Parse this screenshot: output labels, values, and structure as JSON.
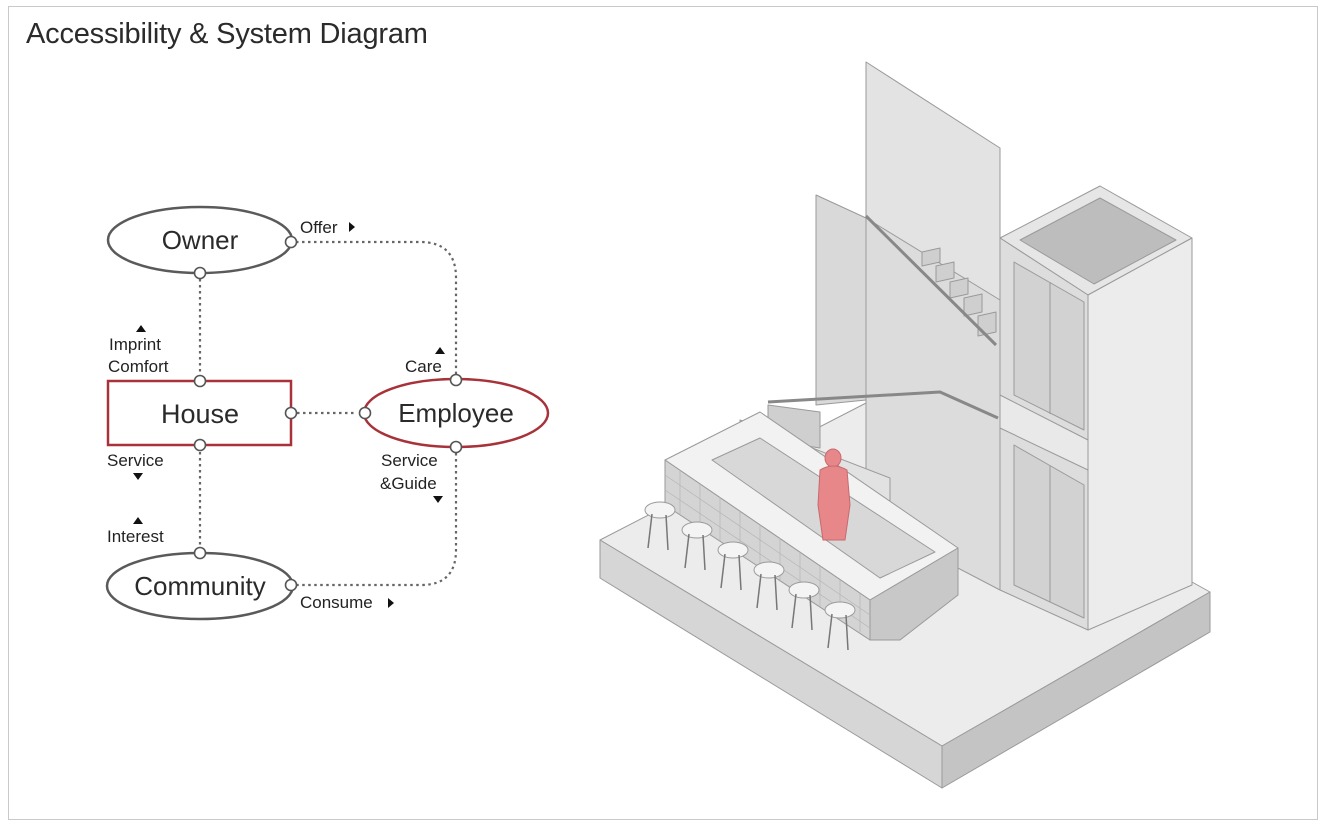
{
  "title": "Accessibility & System Diagram",
  "nodes": {
    "owner": "Owner",
    "house": "House",
    "employee": "Employee",
    "community": "Community"
  },
  "edge_labels": {
    "offer": "Offer",
    "imprint": "Imprint",
    "comfort": "Comfort",
    "care": "Care",
    "service_left": "Service",
    "interest": "Interest",
    "service_right": "Service",
    "guide": "&Guide",
    "consume": "Consume"
  },
  "colors": {
    "accent_red": "#a8323a",
    "outline_gray": "#555555",
    "figure_red": "#e8878a"
  }
}
